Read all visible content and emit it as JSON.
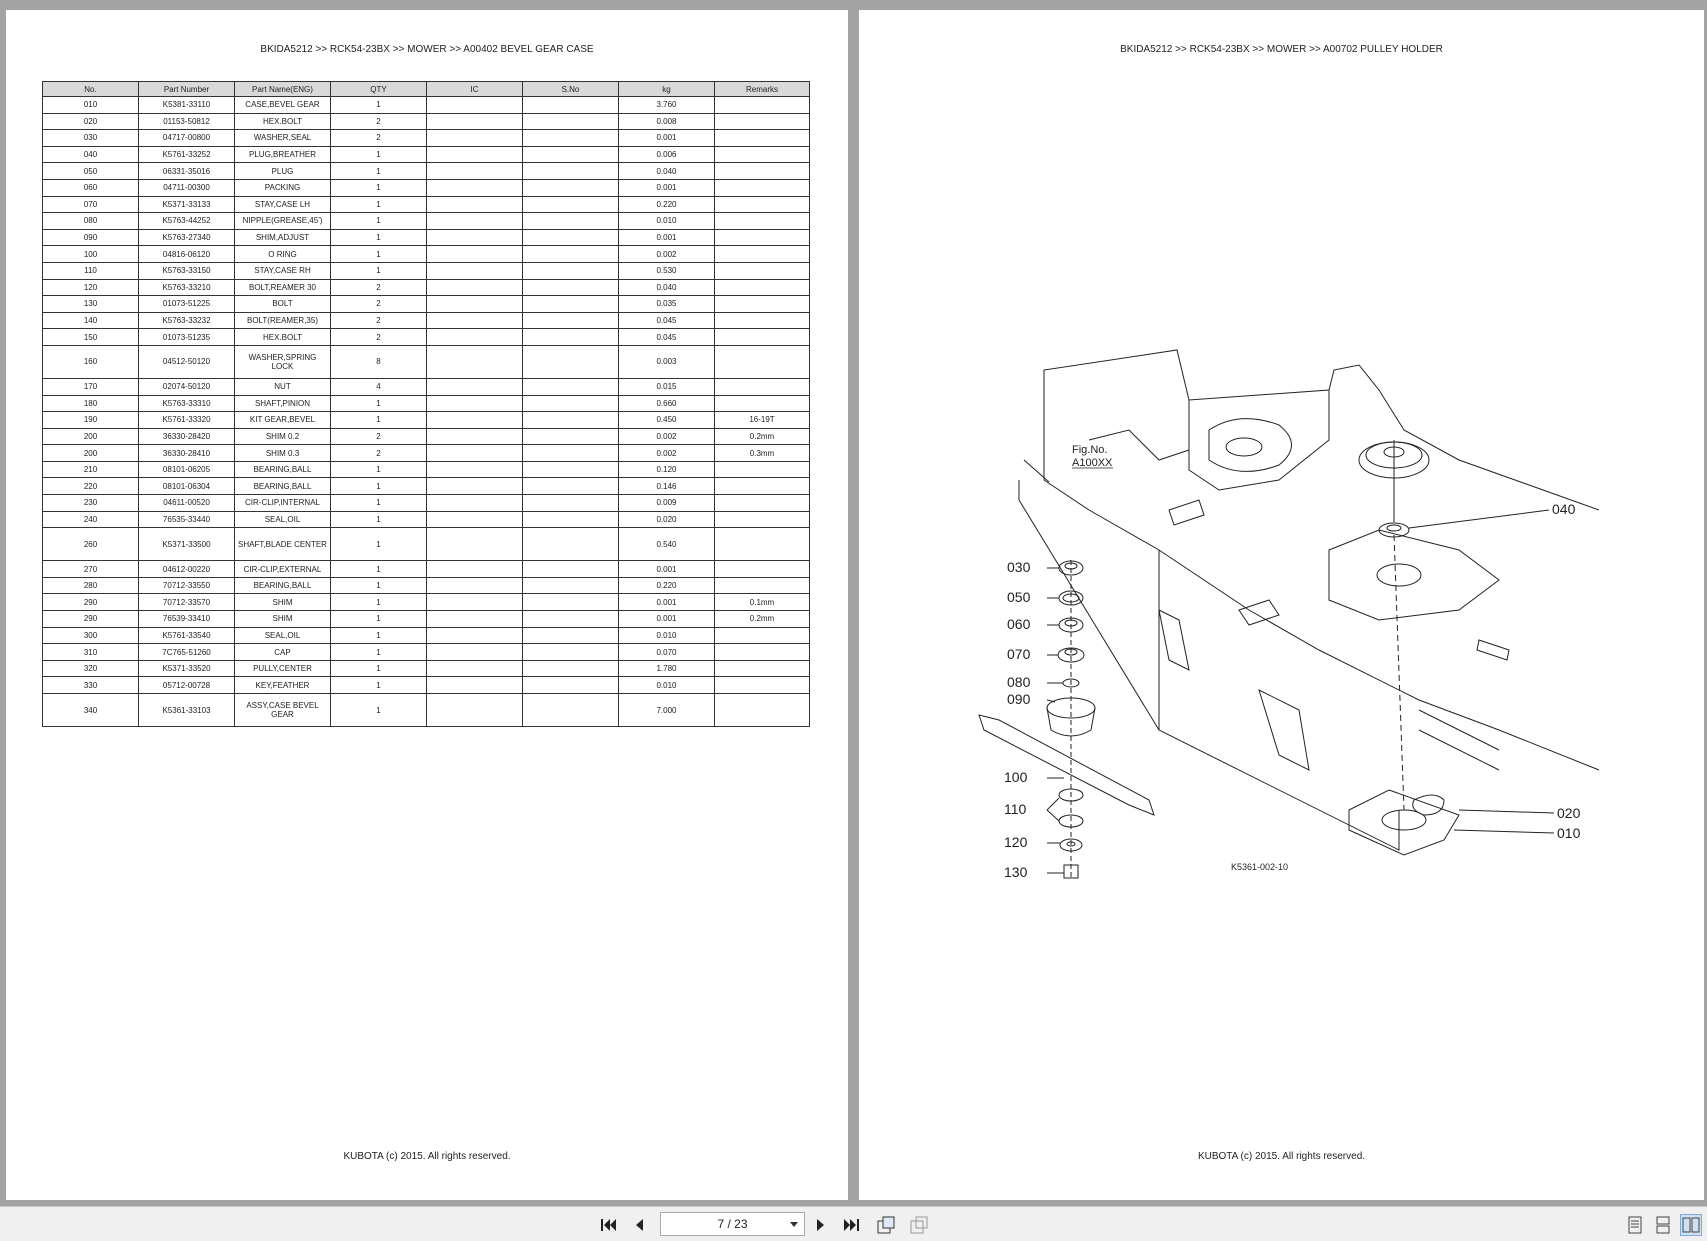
{
  "left_page": {
    "header": "BKIDA5212 >> RCK54-23BX >> MOWER >> A00402   BEVEL GEAR CASE",
    "footer": "KUBOTA (c) 2015. All rights reserved.",
    "columns": [
      "No.",
      "Part Number",
      "Part Name(ENG)",
      "QTY",
      "IC",
      "S.No",
      "kg",
      "Remarks"
    ],
    "rows": [
      {
        "no": "010",
        "part": "K5381-33110",
        "name": "CASE,BEVEL GEAR",
        "qty": "1",
        "ic": "",
        "sno": "",
        "kg": "3.760",
        "remarks": ""
      },
      {
        "no": "020",
        "part": "01153-50812",
        "name": "HEX.BOLT",
        "qty": "2",
        "ic": "",
        "sno": "",
        "kg": "0.008",
        "remarks": ""
      },
      {
        "no": "030",
        "part": "04717-00800",
        "name": "WASHER,SEAL",
        "qty": "2",
        "ic": "",
        "sno": "",
        "kg": "0.001",
        "remarks": ""
      },
      {
        "no": "040",
        "part": "K5761-33252",
        "name": "PLUG,BREATHER",
        "qty": "1",
        "ic": "",
        "sno": "",
        "kg": "0.006",
        "remarks": ""
      },
      {
        "no": "050",
        "part": "06331-35016",
        "name": "PLUG",
        "qty": "1",
        "ic": "",
        "sno": "",
        "kg": "0.040",
        "remarks": ""
      },
      {
        "no": "060",
        "part": "04711-00300",
        "name": "PACKING",
        "qty": "1",
        "ic": "",
        "sno": "",
        "kg": "0.001",
        "remarks": ""
      },
      {
        "no": "070",
        "part": "K5371-33133",
        "name": "STAY,CASE LH",
        "qty": "1",
        "ic": "",
        "sno": "",
        "kg": "0.220",
        "remarks": ""
      },
      {
        "no": "080",
        "part": "K5763-44252",
        "name": "NIPPLE(GREASE,45')",
        "qty": "1",
        "ic": "",
        "sno": "",
        "kg": "0.010",
        "remarks": ""
      },
      {
        "no": "090",
        "part": "K5763-27340",
        "name": "SHIM,ADJUST",
        "qty": "1",
        "ic": "",
        "sno": "",
        "kg": "0.001",
        "remarks": ""
      },
      {
        "no": "100",
        "part": "04816-06120",
        "name": "O RING",
        "qty": "1",
        "ic": "",
        "sno": "",
        "kg": "0.002",
        "remarks": ""
      },
      {
        "no": "110",
        "part": "K5763-33150",
        "name": "STAY,CASE RH",
        "qty": "1",
        "ic": "",
        "sno": "",
        "kg": "0.530",
        "remarks": ""
      },
      {
        "no": "120",
        "part": "K5763-33210",
        "name": "BOLT,REAMER 30",
        "qty": "2",
        "ic": "",
        "sno": "",
        "kg": "0.040",
        "remarks": ""
      },
      {
        "no": "130",
        "part": "01073-51225",
        "name": "BOLT",
        "qty": "2",
        "ic": "",
        "sno": "",
        "kg": "0.035",
        "remarks": ""
      },
      {
        "no": "140",
        "part": "K5763-33232",
        "name": "BOLT(REAMER,35)",
        "qty": "2",
        "ic": "",
        "sno": "",
        "kg": "0.045",
        "remarks": ""
      },
      {
        "no": "150",
        "part": "01073-51235",
        "name": "HEX.BOLT",
        "qty": "2",
        "ic": "",
        "sno": "",
        "kg": "0.045",
        "remarks": ""
      },
      {
        "no": "160",
        "part": "04512-50120",
        "name": "WASHER,SPRING LOCK",
        "qty": "8",
        "ic": "",
        "sno": "",
        "kg": "0.003",
        "remarks": "",
        "tall": true
      },
      {
        "no": "170",
        "part": "02074-50120",
        "name": "NUT",
        "qty": "4",
        "ic": "",
        "sno": "",
        "kg": "0.015",
        "remarks": ""
      },
      {
        "no": "180",
        "part": "K5763-33310",
        "name": "SHAFT,PINION",
        "qty": "1",
        "ic": "",
        "sno": "",
        "kg": "0.660",
        "remarks": ""
      },
      {
        "no": "190",
        "part": "K5761-33320",
        "name": "KIT GEAR,BEVEL",
        "qty": "1",
        "ic": "",
        "sno": "",
        "kg": "0.450",
        "remarks": "16-19T"
      },
      {
        "no": "200",
        "part": "36330-28420",
        "name": "SHIM 0.2",
        "qty": "2",
        "ic": "",
        "sno": "",
        "kg": "0.002",
        "remarks": "0.2mm"
      },
      {
        "no": "200",
        "part": "36330-28410",
        "name": "SHIM 0.3",
        "qty": "2",
        "ic": "",
        "sno": "",
        "kg": "0.002",
        "remarks": "0.3mm"
      },
      {
        "no": "210",
        "part": "08101-06205",
        "name": "BEARING,BALL",
        "qty": "1",
        "ic": "",
        "sno": "",
        "kg": "0.120",
        "remarks": ""
      },
      {
        "no": "220",
        "part": "08101-06304",
        "name": "BEARING,BALL",
        "qty": "1",
        "ic": "",
        "sno": "",
        "kg": "0.146",
        "remarks": ""
      },
      {
        "no": "230",
        "part": "04611-00520",
        "name": "CIR-CLIP,INTERNAL",
        "qty": "1",
        "ic": "",
        "sno": "",
        "kg": "0.009",
        "remarks": ""
      },
      {
        "no": "240",
        "part": "76535-33440",
        "name": "SEAL,OIL",
        "qty": "1",
        "ic": "",
        "sno": "",
        "kg": "0.020",
        "remarks": ""
      },
      {
        "no": "260",
        "part": "K5371-33500",
        "name": "SHAFT,BLADE CENTER",
        "qty": "1",
        "ic": "",
        "sno": "",
        "kg": "0.540",
        "remarks": "",
        "tall": true
      },
      {
        "no": "270",
        "part": "04612-00220",
        "name": "CIR-CLIP,EXTERNAL",
        "qty": "1",
        "ic": "",
        "sno": "",
        "kg": "0.001",
        "remarks": ""
      },
      {
        "no": "280",
        "part": "70712-33550",
        "name": "BEARING,BALL",
        "qty": "1",
        "ic": "",
        "sno": "",
        "kg": "0.220",
        "remarks": ""
      },
      {
        "no": "290",
        "part": "70712-33570",
        "name": "SHIM",
        "qty": "1",
        "ic": "",
        "sno": "",
        "kg": "0.001",
        "remarks": "0.1mm"
      },
      {
        "no": "290",
        "part": "76539-33410",
        "name": "SHIM",
        "qty": "1",
        "ic": "",
        "sno": "",
        "kg": "0.001",
        "remarks": "0.2mm"
      },
      {
        "no": "300",
        "part": "K5761-33540",
        "name": "SEAL,OIL",
        "qty": "1",
        "ic": "",
        "sno": "",
        "kg": "0.010",
        "remarks": ""
      },
      {
        "no": "310",
        "part": "7C765-51260",
        "name": "CAP",
        "qty": "1",
        "ic": "",
        "sno": "",
        "kg": "0.070",
        "remarks": ""
      },
      {
        "no": "320",
        "part": "K5371-33520",
        "name": "PULLY,CENTER",
        "qty": "1",
        "ic": "",
        "sno": "",
        "kg": "1.780",
        "remarks": ""
      },
      {
        "no": "330",
        "part": "05712-00728",
        "name": "KEY,FEATHER",
        "qty": "1",
        "ic": "",
        "sno": "",
        "kg": "0.010",
        "remarks": ""
      },
      {
        "no": "340",
        "part": "K5361-33103",
        "name": "ASSY,CASE BEVEL GEAR",
        "qty": "1",
        "ic": "",
        "sno": "",
        "kg": "7.000",
        "remarks": "",
        "tall": true
      }
    ]
  },
  "right_page": {
    "header": "BKIDA5212 >> RCK54-23BX >> MOWER >> A00702   PULLEY HOLDER",
    "footer": "KUBOTA (c) 2015. All rights reserved.",
    "fig_no_line1": "Fig.No.",
    "fig_no_line2": "A100XX",
    "drawing_code": "K5361-002-10",
    "callouts": {
      "c010": "010",
      "c020": "020",
      "c030": "030",
      "c040": "040",
      "c050": "050",
      "c060": "060",
      "c070": "070",
      "c080": "080",
      "c090": "090",
      "c100": "100",
      "c110": "110",
      "c120": "120",
      "c130": "130"
    }
  },
  "toolbar": {
    "page_indicator": "7 / 23"
  },
  "icons": {
    "first": "first-page-icon",
    "prev": "prev-page-icon",
    "next": "next-page-icon",
    "last": "last-page-icon"
  }
}
